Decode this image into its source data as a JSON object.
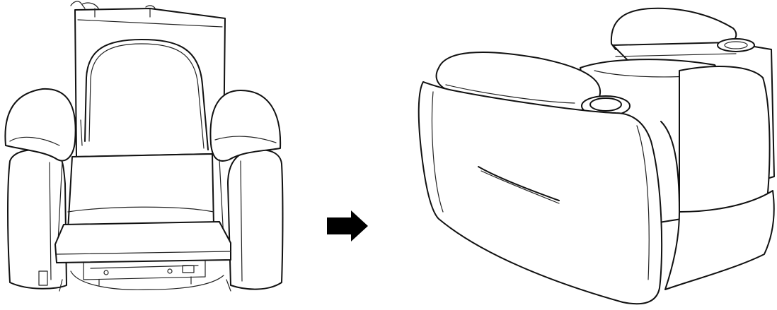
{
  "figure": {
    "panels": [
      {
        "id": "before",
        "depicts": "recliner-frame-with-cover-being-fitted"
      },
      {
        "id": "after",
        "depicts": "recliner-fully-covered"
      }
    ],
    "arrow_color": "#000000",
    "line_color": "#111111",
    "background": "#ffffff"
  }
}
